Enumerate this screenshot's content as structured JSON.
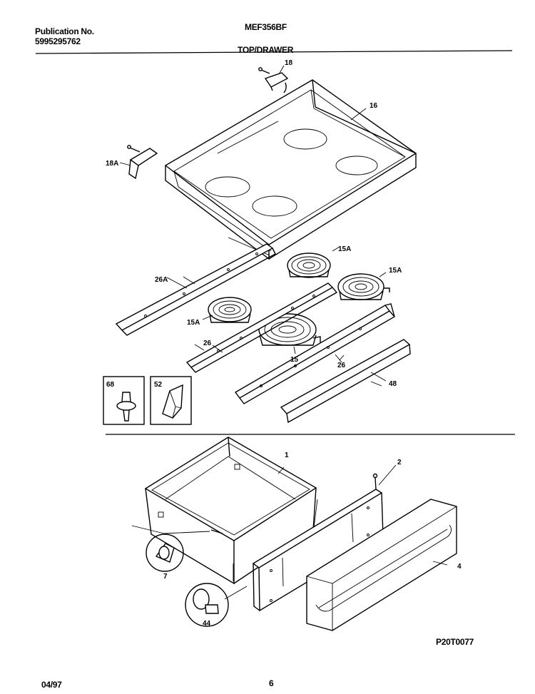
{
  "header": {
    "publication_label": "Publication No.",
    "publication_number": "5995295762",
    "model": "MEF356BF",
    "section_title": "TOP/DRAWER"
  },
  "footer": {
    "date": "04/97",
    "page": "6",
    "figure_code": "P20T0077"
  },
  "callouts": {
    "c18": "18",
    "c18A": "18A",
    "c16": "16",
    "c15A_1": "15A",
    "c15A_2": "15A",
    "c15A_3": "15A",
    "c15": "15",
    "c26A": "26A",
    "c26_1": "26",
    "c26_2": "26",
    "c48": "48",
    "c68": "68",
    "c52": "52",
    "c1": "1",
    "c2": "2",
    "c4": "4",
    "c7": "7",
    "c44": "44"
  }
}
